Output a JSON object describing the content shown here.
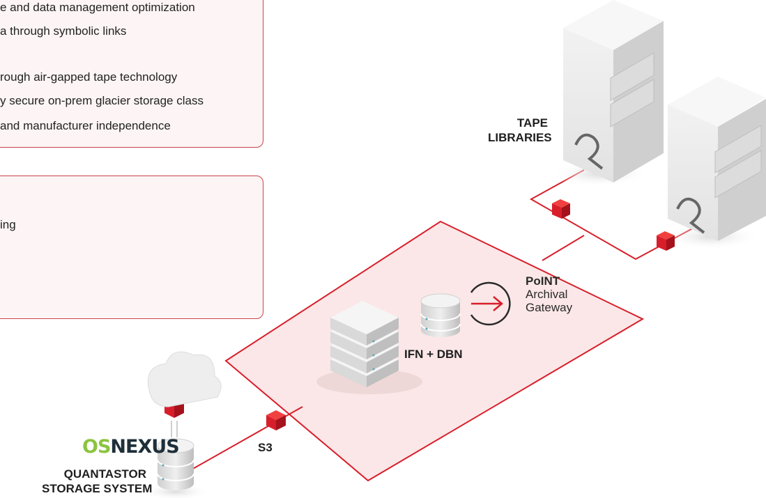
{
  "top_box": {
    "lines": [
      "e and data management optimization",
      "a through symbolic links",
      "rough air-gapped tape technology",
      "y secure on-prem glacier storage class",
      "and manufacturer independence"
    ]
  },
  "bottom_box": {
    "lines": [
      "ing"
    ]
  },
  "labels": {
    "tape_libraries": [
      "TAPE",
      "LIBRARIES"
    ],
    "gateway_name": "PoINT",
    "gateway_sub": [
      "Archival",
      "Gateway"
    ],
    "ifn_dbn": "IFN + DBN",
    "s3": "S3",
    "logo_os": "OS",
    "logo_nexus": "NEXUS",
    "quantastor": [
      "QUANTASTOR",
      "STORAGE SYSTEM"
    ]
  },
  "colors": {
    "accent_red": "#d81e2a",
    "zone_fill": "#fbe7e7",
    "box_border": "#c9434b",
    "logo_green": "#8cc43f",
    "logo_dark": "#1e2f3a"
  },
  "icons": [
    "server-rack-icon",
    "database-icon",
    "cloud-icon",
    "red-cube-icon",
    "arrow-circle-icon"
  ]
}
